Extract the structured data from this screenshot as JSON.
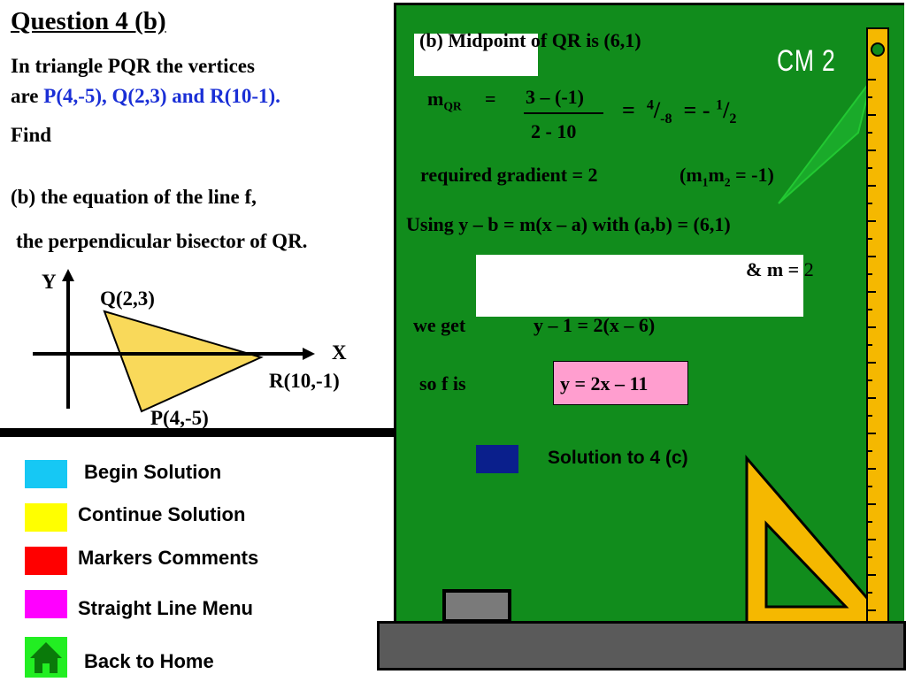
{
  "question": {
    "title": "Question 4 (b)",
    "line1": "In triangle PQR the vertices",
    "line2_prefix": "are ",
    "line2_vertices": "P(4,-5), Q(2,3) and R(10-1).",
    "line3": "Find",
    "line4": "(b) the equation of the line f,",
    "line5": "the perpendicular bisector of QR."
  },
  "graph": {
    "y_axis_label": "Y",
    "x_axis_label": "X",
    "q_label": "Q(2,3)",
    "r_label": "R(10,-1)",
    "p_label": "P(4,-5)",
    "triangle_fill": "#f9d95a"
  },
  "legend": [
    {
      "label": "Begin Solution",
      "color": "#16c8f4"
    },
    {
      "label": "Continue Solution",
      "color": "#ffff00"
    },
    {
      "label": "Markers Comments",
      "color": "#ff0000"
    },
    {
      "label": "Straight Line Menu",
      "color": "#ff00ff"
    },
    {
      "label": "Back to Home",
      "color": "#22ee22",
      "icon": "home-icon"
    }
  ],
  "board": {
    "logo": "CM 2",
    "midpoint": "(b)  Midpoint of QR is (6,1)",
    "m_symbol": "m",
    "m_sub": "QR",
    "equals": "=",
    "numerator": "3 – (-1)",
    "denominator": "2 - 10",
    "result_equals": "=",
    "four": "4",
    "slash": "/",
    "neg_eight": "-8",
    "equals2": "=  - ",
    "one": "1",
    "two": "2",
    "gradient_text": "required gradient = 2",
    "condition_open": "(m",
    "condition_sub1": "1",
    "condition_m": "m",
    "condition_sub2": "2",
    "condition_close": " = -1)",
    "using_line": "Using  y – b = m(x – a) with (a,b) = (6,1)",
    "and_m": "& m = ",
    "and_m_value": "2",
    "we_get": "we get",
    "we_get_eq": "y – 1  = 2(x – 6)",
    "so_f_is": "so f is",
    "answer": "y = 2x – 11",
    "nav_next": "Solution to 4 (c)",
    "board_color": "#118c1c",
    "ruler_color": "#f5b800",
    "set_square_color": "#f5b800"
  }
}
